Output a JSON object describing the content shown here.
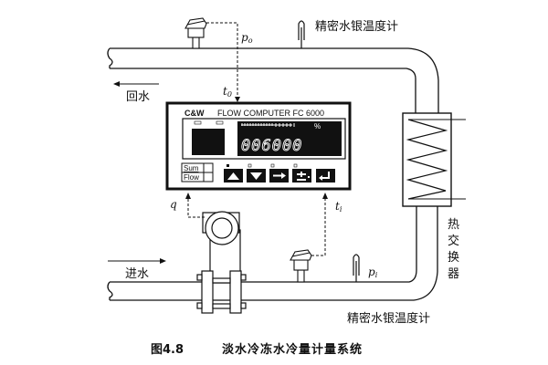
{
  "labels": {
    "return_water": "回水",
    "inlet_water": "进水",
    "thermometer_top": "精密水银温度计",
    "thermometer_bottom": "精密水银温度计",
    "heat_exchanger": [
      "热",
      "交",
      "换",
      "器"
    ],
    "p_out": "p",
    "p_out_sub": "o",
    "p_in": "p",
    "p_in_sub": "i",
    "t_out": "t",
    "t_out_sub": "0",
    "t_in": "t",
    "t_in_sub": "i",
    "q": "q"
  },
  "instrument": {
    "brand": "C&W",
    "title": "FLOW COMPUTER FC 6000",
    "display_value": "006000",
    "unit": "%",
    "mode_labels": [
      "Sum",
      "Flow"
    ],
    "keys": [
      "up-key",
      "down-key",
      "right-key",
      "plus-minus-key",
      "enter-key"
    ]
  },
  "caption": {
    "figure_number": "图4.8",
    "title": "淡水冷冻水冷量计量系统"
  }
}
